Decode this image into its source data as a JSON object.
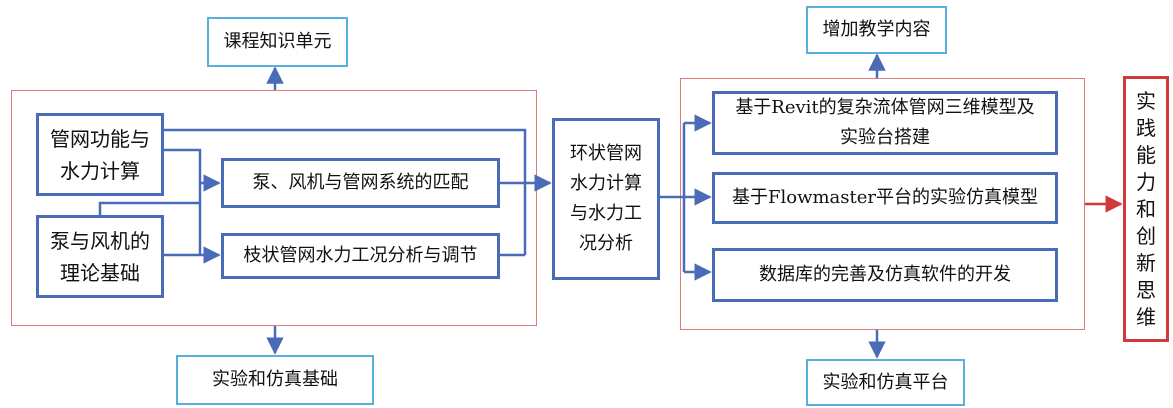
{
  "colors": {
    "box_border": "#4a6bb8",
    "label_border": "#5ab0dc",
    "frame_border": "#e07a7a",
    "result_border": "#d23a3a"
  },
  "top_left_label": "课程知识单元",
  "bottom_left_label": "实验和仿真基础",
  "top_right_label": "增加教学内容",
  "bottom_right_label": "实验和仿真平台",
  "left_group": {
    "pipe_network": "管网功能与水力计算",
    "pump_fan_theory": "泵与风机的理论基础",
    "matching": "泵、风机与管网系统的匹配",
    "branch_analysis": "枝状管网水力工况分析与调节"
  },
  "center_box": "环状管网水力计算与水力工况分析",
  "right_group": {
    "revit": "基于Revit的复杂流体管网三维模型及实验台搭建",
    "flowmaster": "基于Flowmaster平台的实验仿真模型",
    "database": "数据库的完善及仿真软件的开发"
  },
  "result_box": "实践能力和创新思维"
}
